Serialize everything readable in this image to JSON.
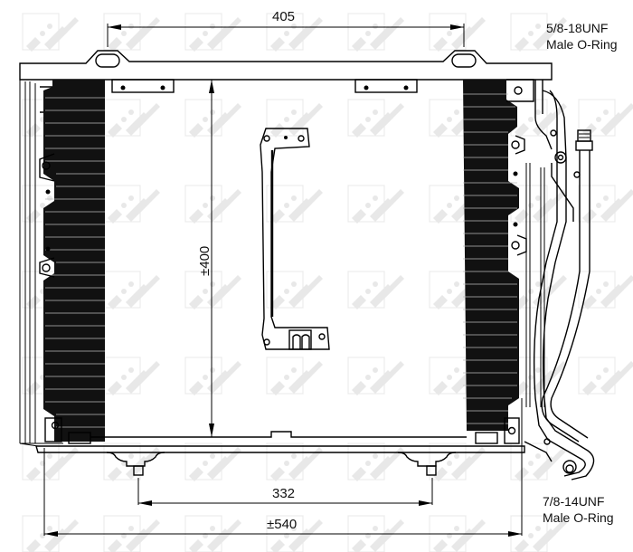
{
  "diagram": {
    "subject": "A/C condenser technical drawing",
    "watermark": "NRF",
    "dimensions": {
      "top_mount_span": "405",
      "height": "±400",
      "bottom_pin_span": "332",
      "overall_width": "±540"
    },
    "connections": {
      "upper": {
        "thread": "5/8-18UNF",
        "type": "Male O-Ring"
      },
      "lower": {
        "thread": "7/8-14UNF",
        "type": "Male O-Ring"
      }
    },
    "colors": {
      "line": "#000000",
      "core_fill": "#111111",
      "watermark": "#e6e6e6",
      "background": "#ffffff"
    }
  }
}
